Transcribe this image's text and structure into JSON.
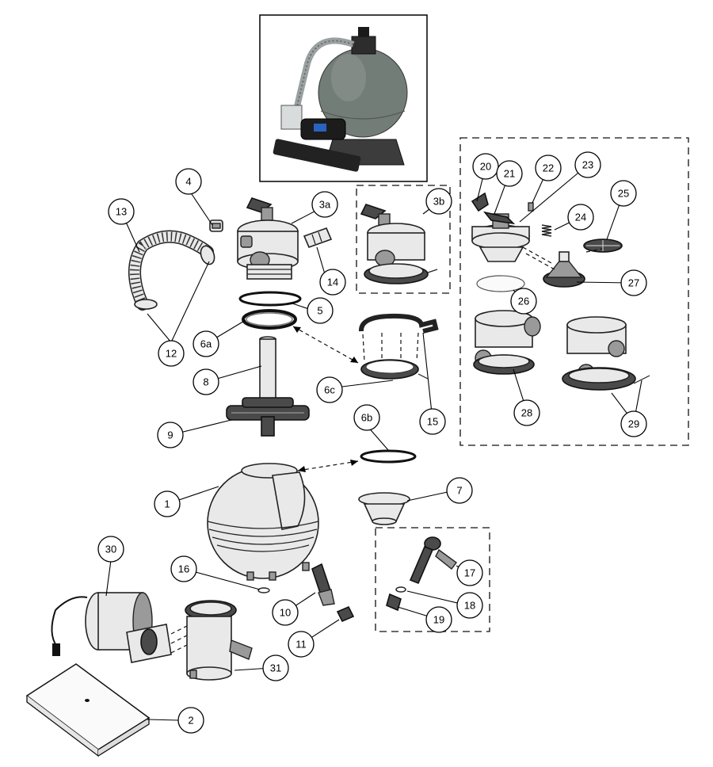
{
  "callouts": [
    {
      "id": "c1",
      "label": "1"
    },
    {
      "id": "c2",
      "label": "2"
    },
    {
      "id": "c3a",
      "label": "3a"
    },
    {
      "id": "c3b",
      "label": "3b"
    },
    {
      "id": "c4",
      "label": "4"
    },
    {
      "id": "c5",
      "label": "5"
    },
    {
      "id": "c6a",
      "label": "6a"
    },
    {
      "id": "c6b",
      "label": "6b"
    },
    {
      "id": "c6c",
      "label": "6c"
    },
    {
      "id": "c7",
      "label": "7"
    },
    {
      "id": "c8",
      "label": "8"
    },
    {
      "id": "c9",
      "label": "9"
    },
    {
      "id": "c10",
      "label": "10"
    },
    {
      "id": "c11",
      "label": "11"
    },
    {
      "id": "c12",
      "label": "12"
    },
    {
      "id": "c13",
      "label": "13"
    },
    {
      "id": "c14",
      "label": "14"
    },
    {
      "id": "c15",
      "label": "15"
    },
    {
      "id": "c16",
      "label": "16"
    },
    {
      "id": "c17",
      "label": "17"
    },
    {
      "id": "c18",
      "label": "18"
    },
    {
      "id": "c19",
      "label": "19"
    },
    {
      "id": "c20",
      "label": "20"
    },
    {
      "id": "c21",
      "label": "21"
    },
    {
      "id": "c22",
      "label": "22"
    },
    {
      "id": "c23",
      "label": "23"
    },
    {
      "id": "c24",
      "label": "24"
    },
    {
      "id": "c25",
      "label": "25"
    },
    {
      "id": "c26",
      "label": "26"
    },
    {
      "id": "c27",
      "label": "27"
    },
    {
      "id": "c28",
      "label": "28"
    },
    {
      "id": "c29",
      "label": "29"
    },
    {
      "id": "c30",
      "label": "30"
    },
    {
      "id": "c31",
      "label": "31"
    }
  ],
  "colors": {
    "tank": "#6f7a74",
    "tank_dark": "#3e4541",
    "line": "#000000"
  }
}
